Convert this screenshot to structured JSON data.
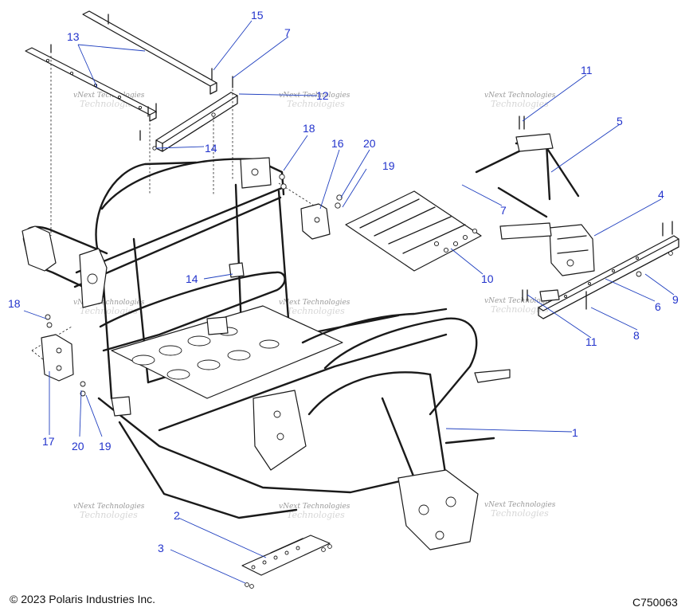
{
  "footer": {
    "copyright": "© 2023 Polaris Industries Inc.",
    "code": "C750063"
  },
  "watermark": {
    "line1": "vNext Technologies",
    "line2": "Technologies"
  },
  "callouts": [
    {
      "id": "c15",
      "label": "15"
    },
    {
      "id": "c7a",
      "label": "7"
    },
    {
      "id": "c13",
      "label": "13"
    },
    {
      "id": "c12",
      "label": "12"
    },
    {
      "id": "c14a",
      "label": "14"
    },
    {
      "id": "c18a",
      "label": "18"
    },
    {
      "id": "c16",
      "label": "16"
    },
    {
      "id": "c20a",
      "label": "20"
    },
    {
      "id": "c19a",
      "label": "19"
    },
    {
      "id": "c11a",
      "label": "11"
    },
    {
      "id": "c5",
      "label": "5"
    },
    {
      "id": "c7b",
      "label": "7"
    },
    {
      "id": "c4",
      "label": "4"
    },
    {
      "id": "c10",
      "label": "10"
    },
    {
      "id": "c9",
      "label": "9"
    },
    {
      "id": "c6",
      "label": "6"
    },
    {
      "id": "c11b",
      "label": "11"
    },
    {
      "id": "c8",
      "label": "8"
    },
    {
      "id": "c14b",
      "label": "14"
    },
    {
      "id": "c18b",
      "label": "18"
    },
    {
      "id": "c17",
      "label": "17"
    },
    {
      "id": "c20b",
      "label": "20"
    },
    {
      "id": "c19b",
      "label": "19"
    },
    {
      "id": "c1",
      "label": "1"
    },
    {
      "id": "c2",
      "label": "2"
    },
    {
      "id": "c3",
      "label": "3"
    }
  ]
}
